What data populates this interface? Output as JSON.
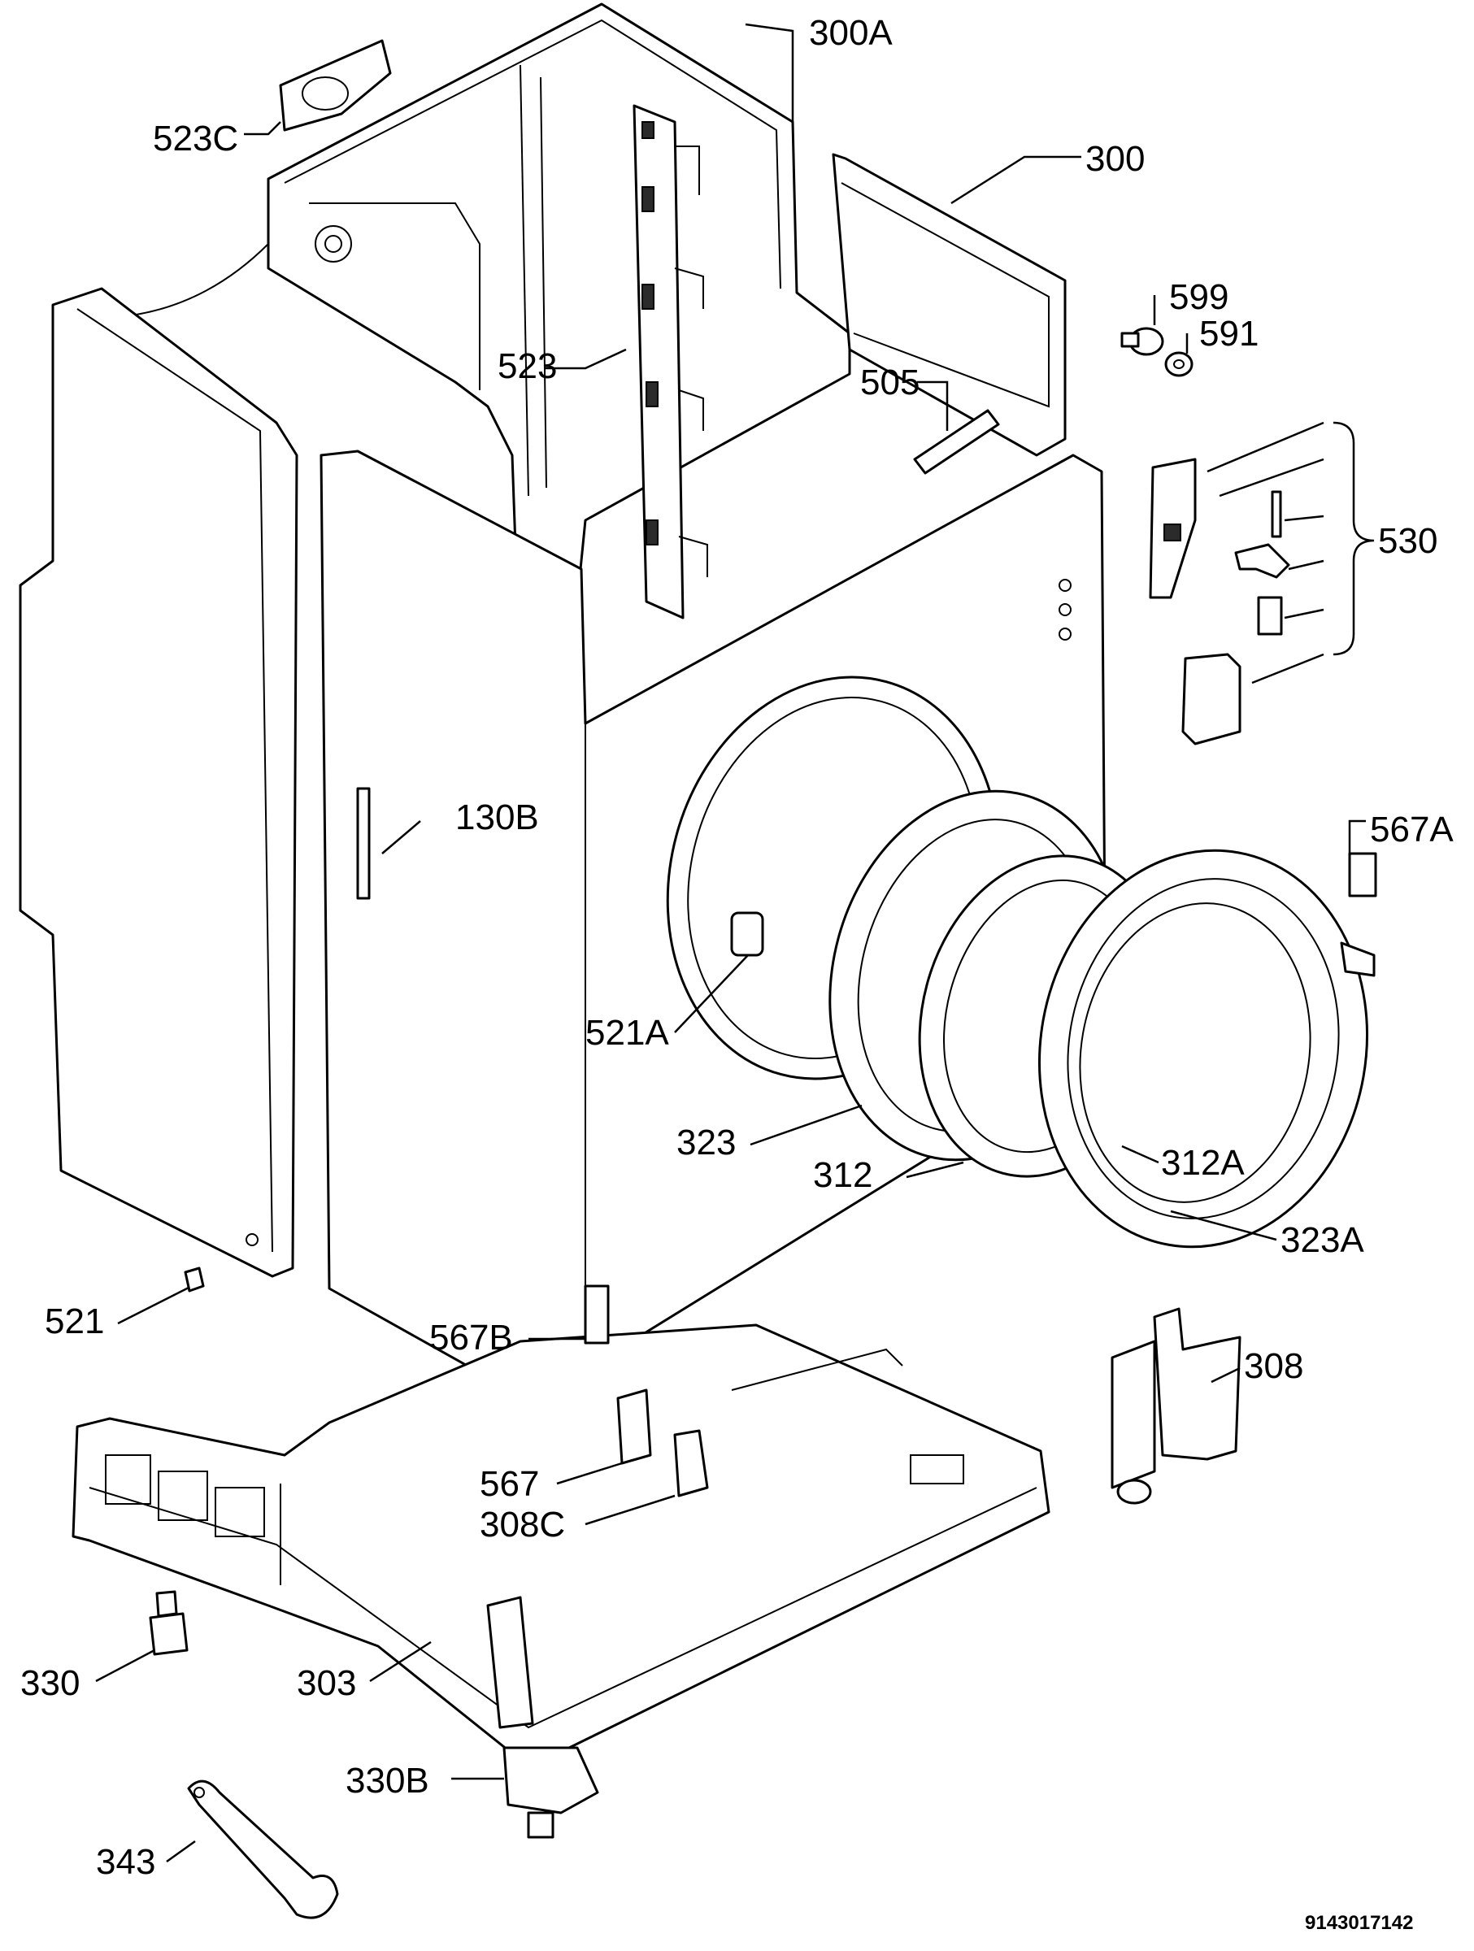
{
  "labels": [
    {
      "id": "300A",
      "text": "300A"
    },
    {
      "id": "523C",
      "text": "523C"
    },
    {
      "id": "300",
      "text": "300"
    },
    {
      "id": "599",
      "text": "599"
    },
    {
      "id": "591",
      "text": "591"
    },
    {
      "id": "523",
      "text": "523"
    },
    {
      "id": "505",
      "text": "505"
    },
    {
      "id": "530",
      "text": "530"
    },
    {
      "id": "130B",
      "text": "130B"
    },
    {
      "id": "567A",
      "text": "567A"
    },
    {
      "id": "521A",
      "text": "521A"
    },
    {
      "id": "323",
      "text": "323"
    },
    {
      "id": "312",
      "text": "312"
    },
    {
      "id": "312A",
      "text": "312A"
    },
    {
      "id": "323A",
      "text": "323A"
    },
    {
      "id": "521",
      "text": "521"
    },
    {
      "id": "567B",
      "text": "567B"
    },
    {
      "id": "308",
      "text": "308"
    },
    {
      "id": "567",
      "text": "567"
    },
    {
      "id": "308C",
      "text": "308C"
    },
    {
      "id": "330",
      "text": "330"
    },
    {
      "id": "303",
      "text": "303"
    },
    {
      "id": "330B",
      "text": "330B"
    },
    {
      "id": "343",
      "text": "343"
    }
  ],
  "drawing_code": "9143017142"
}
